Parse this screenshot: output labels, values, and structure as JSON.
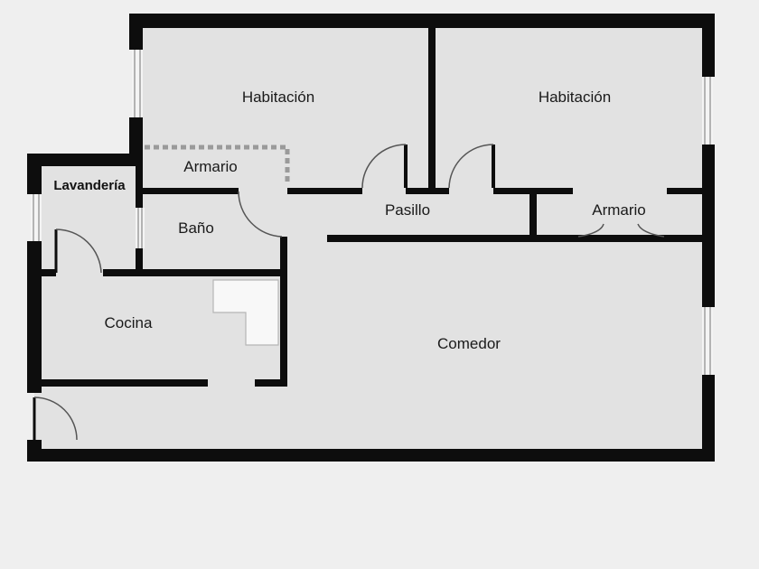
{
  "colors": {
    "background": "#efefef",
    "floor": "#e2e2e2",
    "wall": "#0d0d0d",
    "closet_outline": "#9a9a9a",
    "door_line": "#555555",
    "counter": "#f8f8f8"
  },
  "rooms": {
    "habitacion_left": "Habitación",
    "habitacion_right": "Habitación",
    "armario_left": "Armario",
    "armario_right": "Armario",
    "lavanderia": "Lavandería",
    "bano": "Baño",
    "pasillo": "Pasillo",
    "cocina": "Cocina",
    "comedor": "Comedor"
  }
}
